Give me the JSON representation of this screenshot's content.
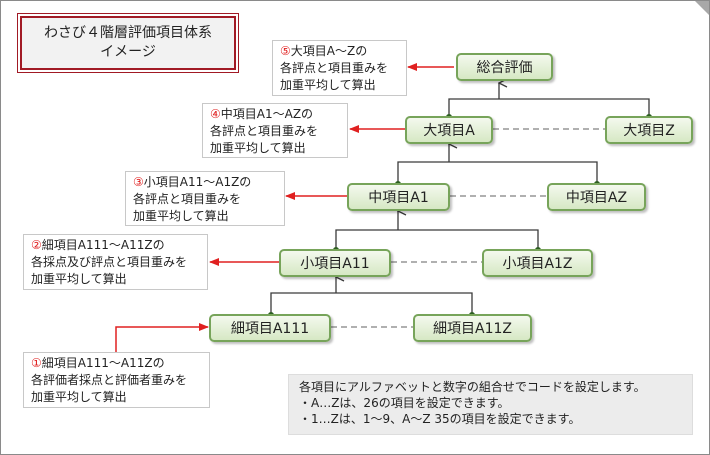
{
  "title": "わさび４階層評価項目体系\nイメージ",
  "nodes": {
    "overall": "総合評価",
    "major_a": "大項目A",
    "major_z": "大項目Z",
    "middle_a1": "中項目A1",
    "middle_az": "中項目AZ",
    "minor_a11": "小項目A11",
    "minor_a1z": "小項目A1Z",
    "detail_a111": "細項目A111",
    "detail_a11z": "細項目A11Z"
  },
  "notes": {
    "n5": {
      "num": "⑤",
      "lines": [
        "大項目A～Zの",
        "各評点と項目重みを",
        "加重平均して算出"
      ]
    },
    "n4": {
      "num": "④",
      "lines": [
        "中項目A1～AZの",
        "各評点と項目重みを",
        "加重平均して算出"
      ]
    },
    "n3": {
      "num": "③",
      "lines": [
        "小項目A11～A1Zの",
        "各評点と項目重みを",
        "加重平均して算出"
      ]
    },
    "n2": {
      "num": "②",
      "lines": [
        "細項目A111～A11Zの",
        "各採点及び評点と項目重みを",
        "加重平均して算出"
      ]
    },
    "n1": {
      "num": "①",
      "lines": [
        "細項目A111～A11Zの",
        "各評価者採点と評価者重みを",
        "加重平均して算出"
      ]
    }
  },
  "info": {
    "lines": [
      "各項目にアルファベットと数字の組合せでコードを設定します。",
      "・A…Zは、26の項目を設定できます。",
      "・1…Zは、1～9、A～Z 35の項目を設定できます。"
    ]
  },
  "colors": {
    "node_border": "#77a45a",
    "arrow_red": "#e02020",
    "title_border": "#a11a25",
    "connector": "#3a3a3a",
    "dashed": "#b0b0b0"
  }
}
